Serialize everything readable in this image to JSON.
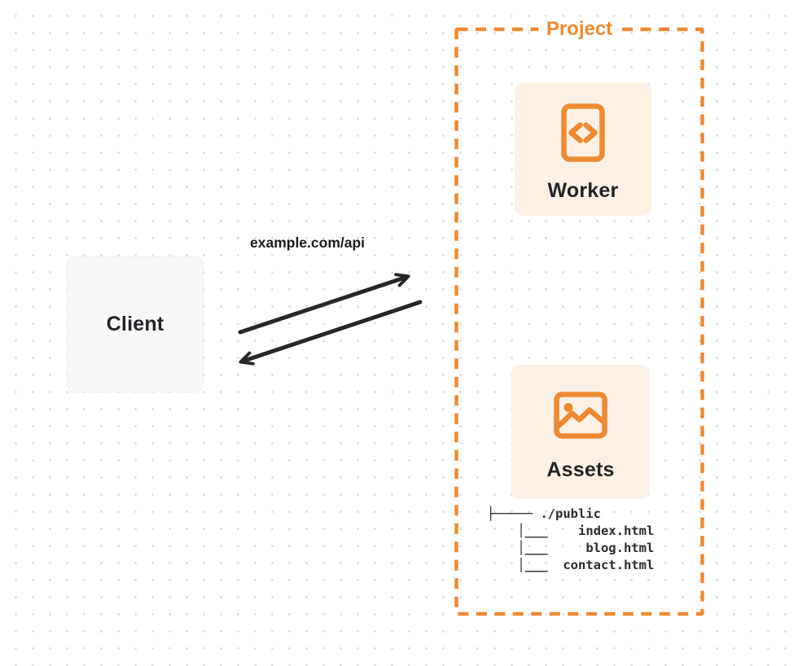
{
  "diagram": {
    "client": {
      "label": "Client"
    },
    "request": {
      "label": "example.com/api"
    },
    "project": {
      "label": "Project",
      "worker": {
        "label": "Worker",
        "icon": "code-document-icon"
      },
      "assets": {
        "label": "Assets",
        "icon": "image-icon",
        "entries": [
          "./public",
          "index.html",
          "blog.html",
          "contact.html"
        ],
        "file_tree": "├───── ./public\n    │___    index.html\n    │___     blog.html\n    │___  contact.html"
      }
    },
    "colors": {
      "accent_orange": "#ed8a33",
      "card_cream": "#fcf1e4",
      "client_gray": "#f8f8f9",
      "ink": "#27272a"
    }
  }
}
